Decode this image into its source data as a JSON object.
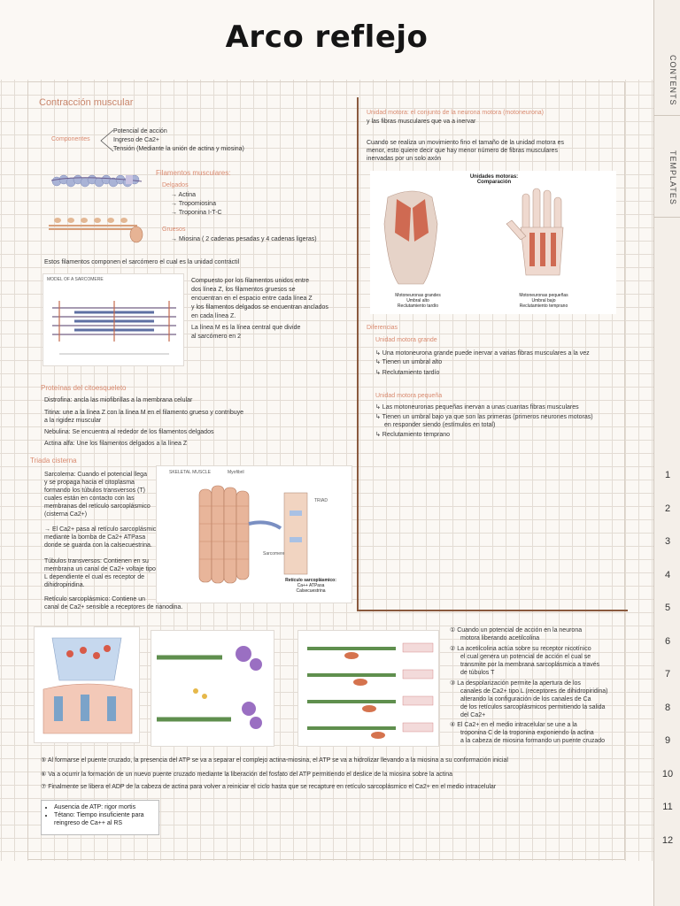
{
  "title": "Arco reflejo",
  "tabs": {
    "contents": "CONTENTS",
    "templates": "TEMPLATES",
    "numbers": [
      "1",
      "2",
      "3",
      "4",
      "5",
      "6",
      "7",
      "8",
      "9",
      "10",
      "11",
      "12"
    ]
  },
  "left": {
    "heading": "Contracción muscular",
    "componentes_label": "Componentes",
    "componentes": [
      "Potencial de acción",
      "Ingreso de Ca2+",
      "Tensión (Mediante la unión de actina y miosina)"
    ],
    "filamentos_heading": "Filamentos musculares:",
    "delgados_label": "Delgados",
    "delgados": [
      "→ Actina",
      "→ Tropomiosina",
      "→ Troponina I-T-C"
    ],
    "gruesos_label": "Gruesos",
    "gruesos": "→ Miosina ( 2 cadenas pesadas y 4 cadenas ligeras)",
    "sarcomero_line": "Estos filamentos componen el sarcómero el cual es la unidad contráctil",
    "sarcomero_desc": [
      "Compuesto por los filamentos unidos entre",
      "dos línea Z, los filamentos gruesos se",
      "encuentran en el espacio entre cada línea Z",
      "y los filamentos delgados se encuentran anclados",
      "en cada línea Z.",
      "La línea M es la línea central que divide",
      "al sarcómero en 2"
    ],
    "citoesqueleto_heading": "Proteínas del citoesqueleto",
    "citoesqueleto": [
      "Distrofina: ancla las miofibrillas a la membrana celular",
      "Titina: une a la línea Z con la línea M en el filamento grueso y contribuye",
      "a la rigidez muscular",
      "Nebulina: Se encuentra al rededor de los filamentos delgados",
      "Actina alfa: Une los filamentos delgados a la línea Z"
    ],
    "triada_heading": "Triada cisterna",
    "triada": [
      "Sarcolema: Cuando el potencial llega",
      "y se propaga hacia el citoplasma",
      "formando los túbulos transversos (T)",
      "cuales están en contacto con las",
      "membranas del retículo sarcoplásmico",
      "(cisterna Ca2+)",
      "→ El Ca2+ pasa al retículo sarcoplásmico",
      "mediante la bomba de Ca2+ ATPasa",
      "donde se guarda con la calsecuestrina.",
      "Túbulos transversos: Contienen en su",
      "membrana un canal de Ca2+ voltaje tipo",
      "L dependiente el cual es receptor de",
      "dihidropiridina.",
      "Retículo sarcoplásmico: Contiene un",
      "canal de Ca2+ sensible a receptores de rianodina."
    ]
  },
  "right": {
    "unidad_motora": [
      "Unidad motora: el conjunto de la neurona motora (motoneurona)",
      "y las fibras musculares que va a inervar"
    ],
    "cuando": [
      "Cuando se realiza un movimiento fino el tamaño de la unidad motora es",
      "menor, esto quiere decir que hay menor número de fibras musculares",
      "inervadas por un solo axón"
    ],
    "fig_title": [
      "Unidades motoras:",
      "Comparación"
    ],
    "fig_caption_left": [
      "Motoneuronas grandes",
      "Umbral alto",
      "Reclutamiento tardío"
    ],
    "fig_caption_right": [
      "Motoneuronas pequeñas",
      "Umbral bajo",
      "Reclutamiento temprano"
    ],
    "diferencias": "Diferencias",
    "grande_heading": "Unidad motora grande",
    "grande": [
      "↳ Una motoneurona grande puede inervar a varias fibras musculares a la vez",
      "↳ Tienen un umbral alto",
      "↳ Reclutamiento tardío"
    ],
    "pequena_heading": "Unidad motora pequeña",
    "pequena": [
      "↳ Las motoneuronas pequeñas inervan a unas cuantas fibras musculares",
      "↳ Tienen un umbral bajo ya que son las primeras (primeros neurones motoras)",
      "en responder siendo (estímulos en total)",
      "↳ Reclutamiento temprano"
    ],
    "reticulo_label": [
      "Retículo sarcoplásmico:",
      "Ca++ ATPasa",
      "Calsecuestrina"
    ]
  },
  "steps": [
    [
      "① Cuando un potencial de acción en la neurona",
      "motora liberando acetilcolina"
    ],
    [
      "② La acetilcolina actúa sobre su receptor nicotínico",
      "el cual genera un potencial de acción el cual se",
      "transmite por la membrana sarcoplásmica a través",
      "de túbulos T"
    ],
    [
      "③ La despolarización permite la apertura de los",
      "canales de Ca2+ tipo L (receptores de dihidropiridina)",
      "alterando la configuración de los canales de Ca",
      "de los retículos sarcoplásmicos permitiendo la salida",
      "del Ca2+"
    ],
    [
      "④ El Ca2+ en el medio intracelular se une a la",
      "troponina C de la troponina exponiendo la actina",
      "a la cabeza de miosina formando un puente cruzado"
    ]
  ],
  "bottom_steps": [
    "⑤ Al formarse el puente cruzado, la presencia del ATP se va a separar el complejo actina-miosina, el ATP se va a hidrolizar llevando a la miosina a su conformación inicial",
    "⑥ Va a ocurrir la formación de un nuevo puente cruzado mediante la liberación del fosfato del ATP permitiendo el deslice de la miosina sobre la actina",
    "⑦ Finalmente se libera el ADP de la cabeza de actina para volver a reiniciar el ciclo hasta que se recapture en retículo sarcoplásmico el Ca2+ en el medio intracelular"
  ],
  "atp_box": [
    "Ausencia de ATP: rigor mortis",
    "Tétano: Tiempo insuficiente para reingreso de Ca++ al RS"
  ],
  "fig_labels": {
    "skeletal_muscle": "SKELETAL MUSCLE",
    "model_sarcomere": "MODEL OF A SARCOMERE",
    "triad": "TRIAD",
    "sarcomere": "Sarcomere",
    "myofibril": "Myofibril"
  }
}
